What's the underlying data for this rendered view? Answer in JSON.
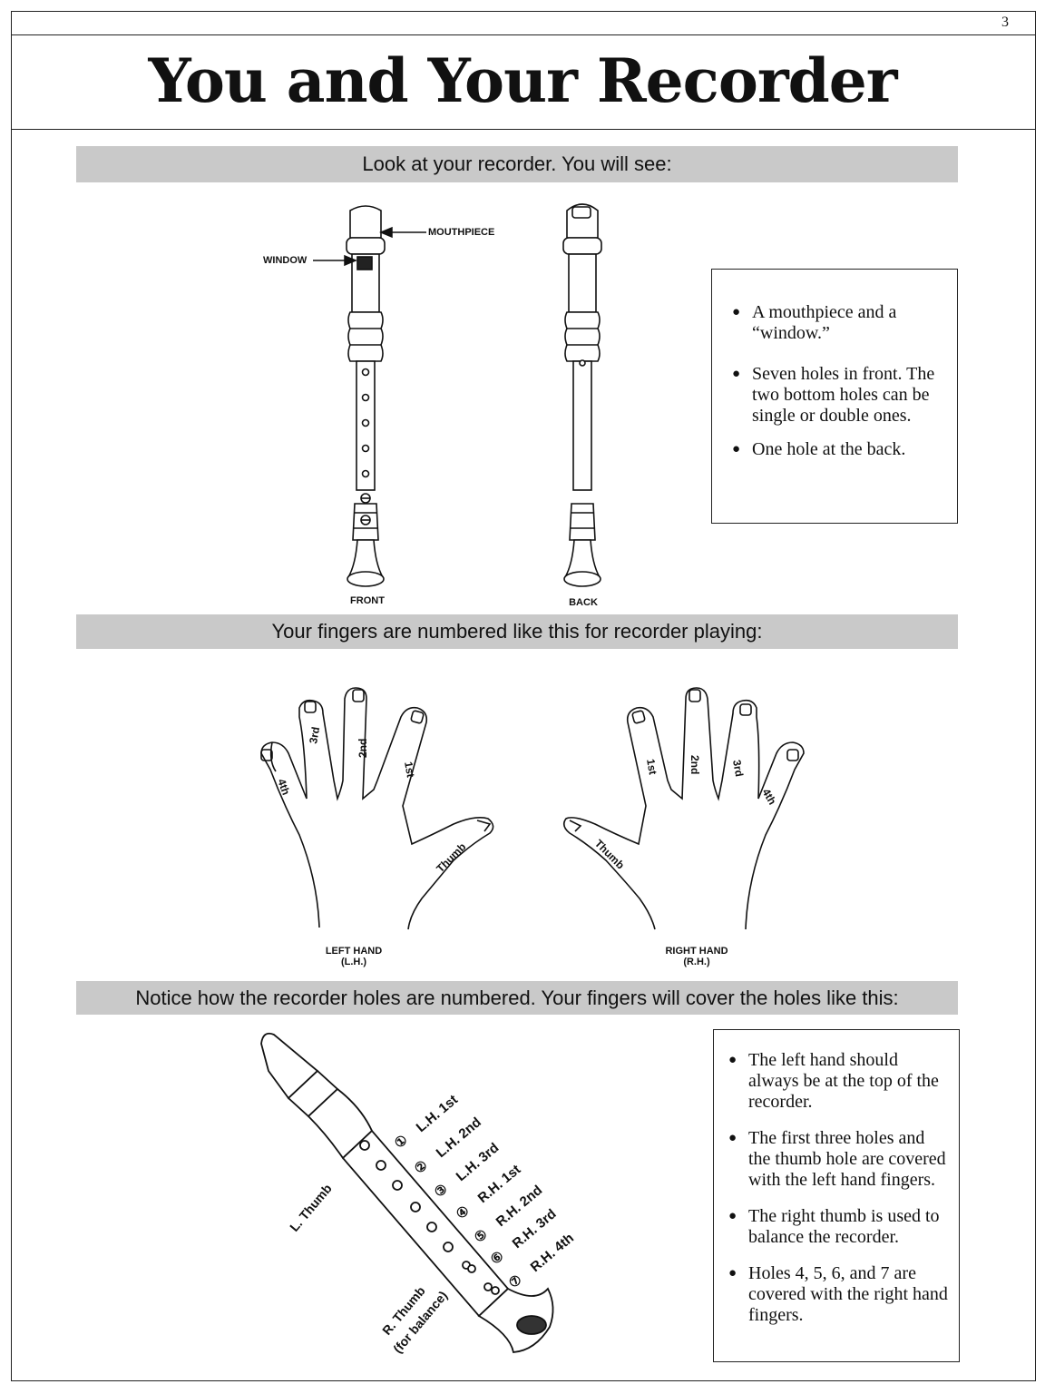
{
  "page_number": "3",
  "title": "You and Your Recorder",
  "section1": {
    "heading": "Look at your recorder.  You will see:",
    "labels": {
      "mouthpiece": "MOUTHPIECE",
      "window": "WINDOW",
      "front": "FRONT",
      "back": "BACK"
    },
    "bullets": [
      "A mouthpiece and a “window.”",
      "Seven holes in front. The two bottom holes can be single or double ones.",
      "One hole at the back."
    ]
  },
  "section2": {
    "heading": "Your fingers are numbered like this for recorder playing:",
    "left_hand": {
      "label": "LEFT HAND",
      "abbr": "(L.H.)",
      "fingers": [
        "4th",
        "3rd",
        "2nd",
        "1st",
        "Thumb"
      ]
    },
    "right_hand": {
      "label": "RIGHT HAND",
      "abbr": "(R.H.)",
      "fingers": [
        "1st",
        "2nd",
        "3rd",
        "4th",
        "Thumb"
      ]
    }
  },
  "section3": {
    "heading": "Notice how the recorder holes are numbered.  Your fingers will cover the holes like this:",
    "holes": [
      {
        "num": "①",
        "label": "L.H. 1st"
      },
      {
        "num": "②",
        "label": "L.H. 2nd"
      },
      {
        "num": "③",
        "label": "L.H. 3rd"
      },
      {
        "num": "④",
        "label": "R.H. 1st"
      },
      {
        "num": "⑤",
        "label": "R.H. 2nd"
      },
      {
        "num": "⑥",
        "label": "R.H. 3rd"
      },
      {
        "num": "⑦",
        "label": "R.H. 4th"
      }
    ],
    "thumb_left": "L. Thumb",
    "thumb_right": "R. Thumb",
    "thumb_right_note": "(for balance)",
    "bullets": [
      "The left hand should always be at the top of the recorder.",
      "The first three holes and the thumb hole are covered with the left hand  fingers.",
      "The right thumb is used to balance the recorder.",
      "Holes 4, 5, 6, and 7 are covered with the right hand fingers."
    ]
  }
}
